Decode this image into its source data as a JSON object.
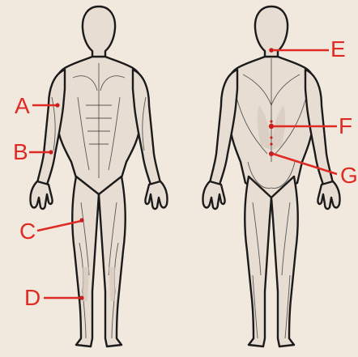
{
  "labels": {
    "A": "A",
    "B": "B",
    "C": "C",
    "D": "D",
    "E": "E",
    "F": "F",
    "G": "G"
  },
  "colors": {
    "background": "#f1e9de",
    "label": "#e02a24",
    "outline": "#1b1b1b",
    "skin": "#e7ddd2"
  }
}
